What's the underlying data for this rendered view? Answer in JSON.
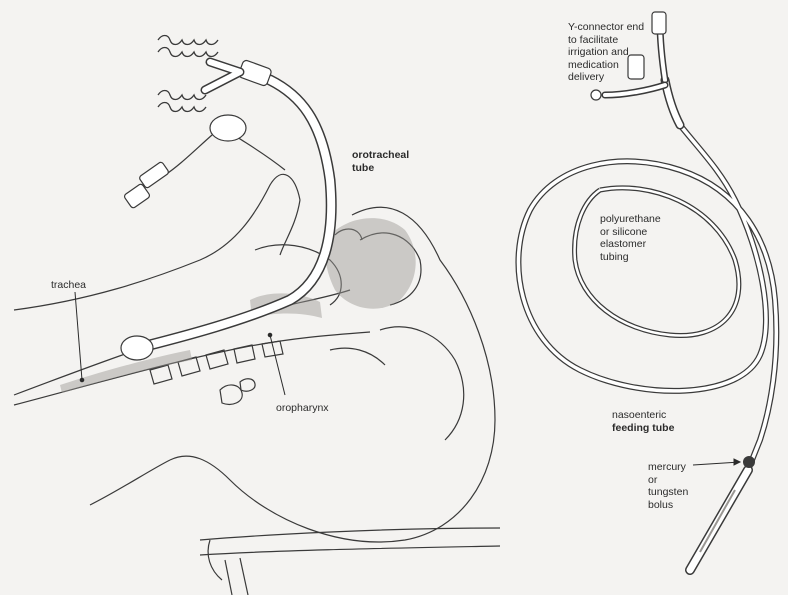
{
  "figure": {
    "labels": {
      "y_connector": [
        "Y-connector end",
        "to facilitate",
        "irrigation and",
        "medication",
        "delivery"
      ],
      "orotracheal_tube": [
        "orotracheal",
        "tube"
      ],
      "trachea": "trachea",
      "oropharynx": "oropharynx",
      "tubing": [
        "polyurethane",
        "or silicone",
        "elastomer",
        "tubing"
      ],
      "nasoenteric_line1": "nasoenteric",
      "nasoenteric_line2": "feeding tube",
      "bolus": [
        "mercury",
        "or",
        "tungsten",
        "bolus"
      ]
    },
    "colors": {
      "background": "#f4f3f1",
      "ink": "#2b2b2b",
      "tissue_shade": "#9a9793",
      "tube_fill": "#ffffff"
    }
  }
}
